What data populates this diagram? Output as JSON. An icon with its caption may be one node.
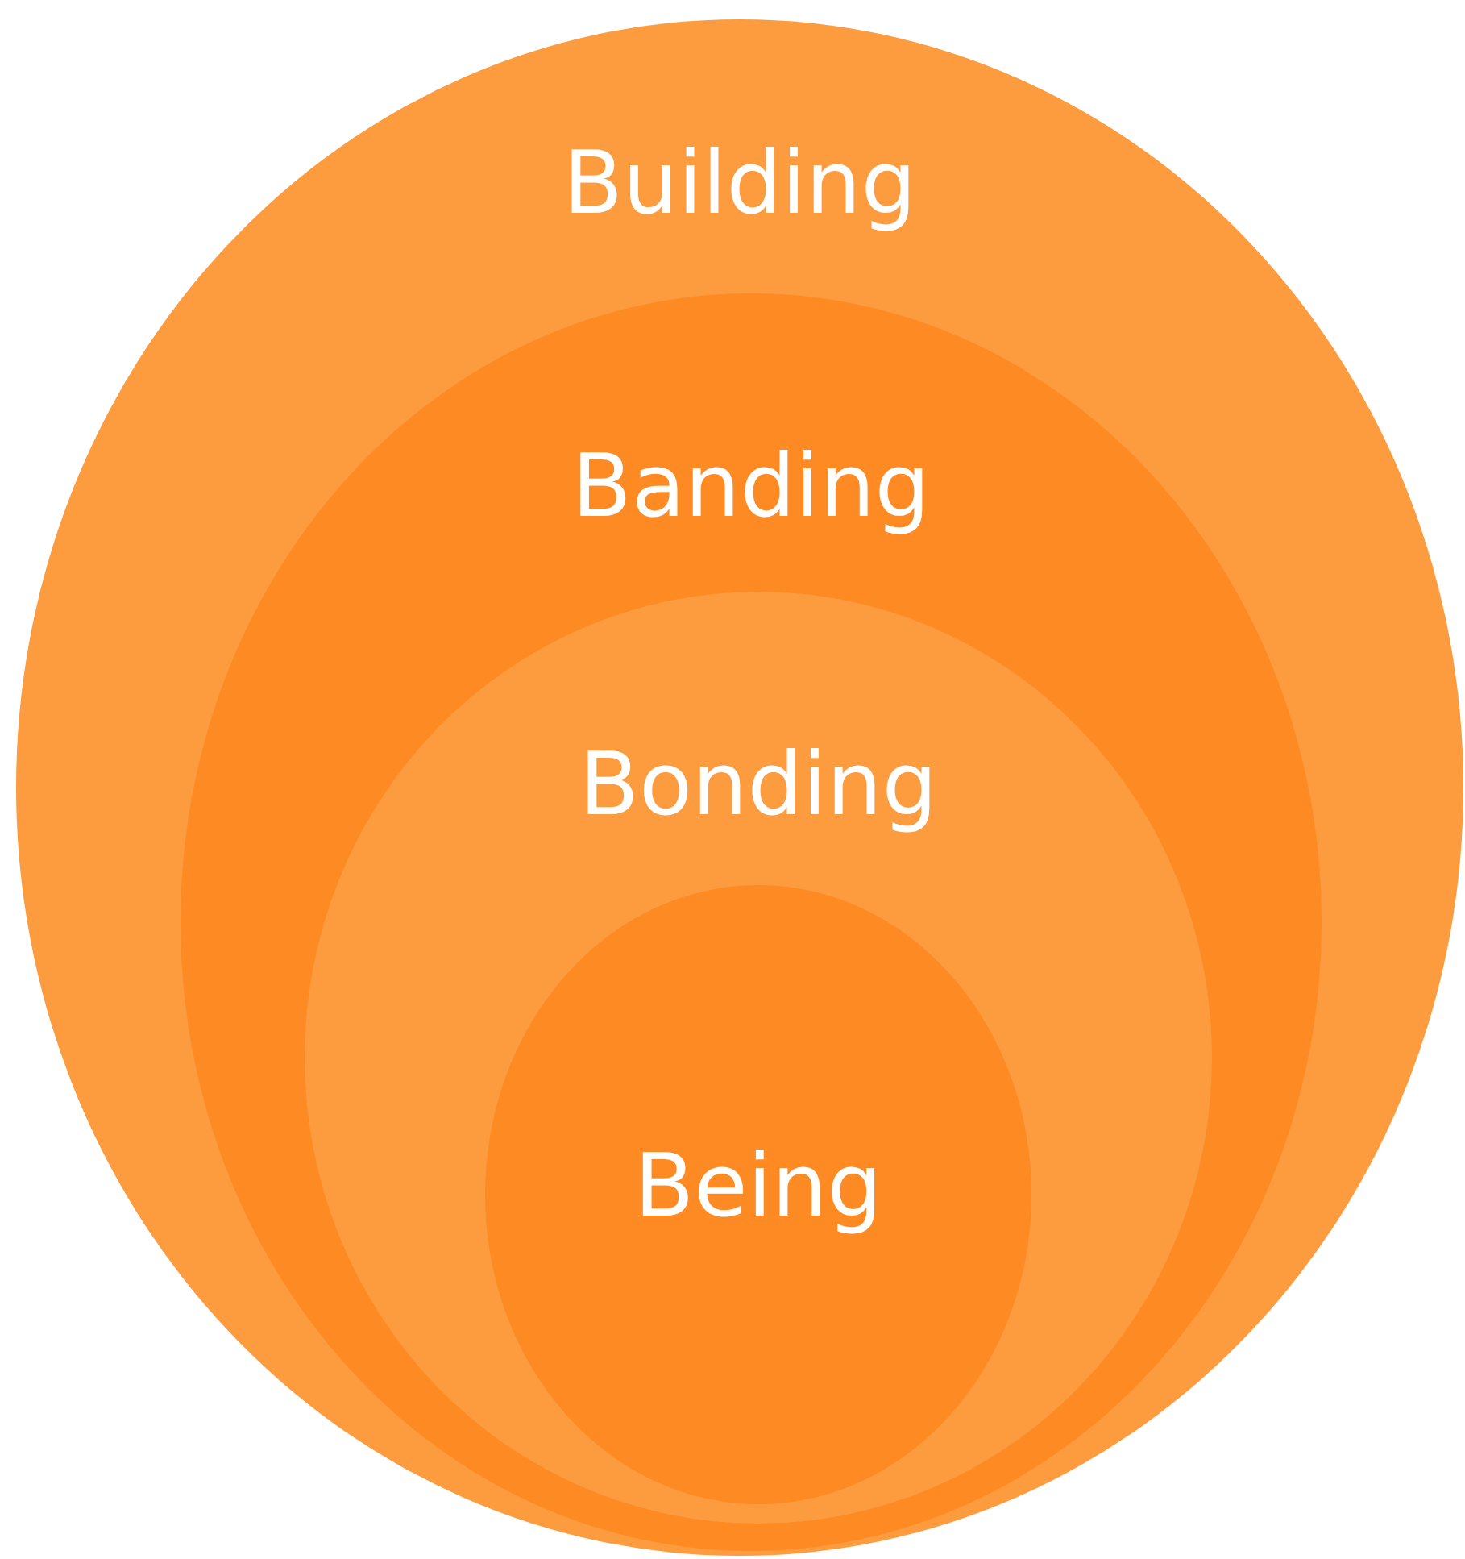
{
  "diagram": {
    "nodes": [
      {
        "text": [
          "Building"
        ]
      },
      {
        "text": [
          "Banding"
        ],
        "in": 0
      },
      {
        "text": [
          "Bonding"
        ],
        "in": 1
      },
      {
        "text": [
          "Being"
        ],
        "in": 2
      }
    ]
  }
}
